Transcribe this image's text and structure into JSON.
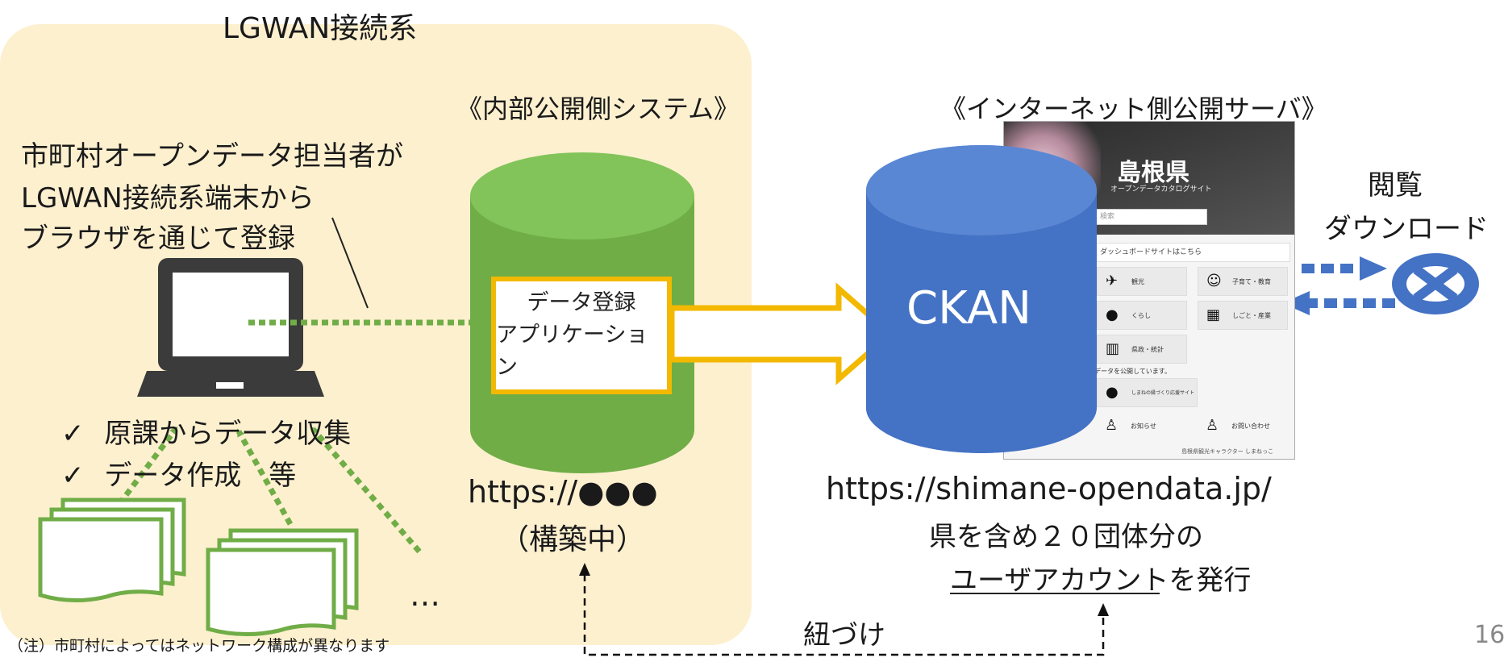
{
  "lgwan": {
    "title": "LGWAN接続系",
    "user_text": [
      "市町村オープンデータ担当者が",
      "LGWAN接続系端末から",
      "ブラウザを通じて登録"
    ],
    "tasks": [
      "原課からデータ収集",
      "データ作成　等"
    ],
    "check_mark": "✓",
    "ellipsis": "…",
    "note": "（注）市町村によってはネットワーク構成が異なります"
  },
  "internal": {
    "title": "《内部公開側システム》",
    "app_lines": [
      "データ登録",
      "アプリケーション"
    ],
    "url": "https://●●●",
    "status": "（構築中）"
  },
  "internet": {
    "title": "《インターネット側公開サーバ》",
    "ckan_label": "CKAN",
    "url": "https://shimane-opendata.jp/",
    "accounts_line1": "県を含め２０団体分の",
    "accounts_underlined": "ユーザアカウント",
    "accounts_suffix": "を発行"
  },
  "screenshot": {
    "site_title": "島根県",
    "site_subtitle": "オープンデータカタログサイト",
    "search_placeholder": "検索",
    "banner": "ダッシュボードサイトはこちら",
    "tiles": [
      {
        "icon": "airplane-icon",
        "glyph": "✈",
        "label": "観光"
      },
      {
        "icon": "smiley-icon",
        "glyph": "☺",
        "label": "子育て・教育"
      },
      {
        "icon": "person-icon",
        "glyph": "●",
        "label": "くらし"
      },
      {
        "icon": "building-icon",
        "glyph": "▦",
        "label": "しごと・産業"
      },
      {
        "icon": "bar-chart-icon",
        "glyph": "▥",
        "label": "県政・統計"
      },
      {
        "icon": "people-icon",
        "glyph": "●",
        "label": "しまねの縁づくり応援サイト"
      },
      {
        "icon": "mascot-icon",
        "glyph": "♙",
        "label": "お知らせ"
      },
      {
        "icon": "mascot-icon",
        "glyph": "♙",
        "label": "お問い合わせ"
      }
    ],
    "publish_note": "データを公開しています。",
    "footer": "島根県観光キャラクター しまねっこ"
  },
  "viewer": {
    "label_line1": "閲覧",
    "label_line2": "ダウンロード"
  },
  "link_label": "紐づけ",
  "slide_number": "16",
  "colors": {
    "panel": "#fdf0cf",
    "green": "#70ad47",
    "blue": "#4472c4",
    "yellow": "#f3b800",
    "dark": "#333333"
  }
}
